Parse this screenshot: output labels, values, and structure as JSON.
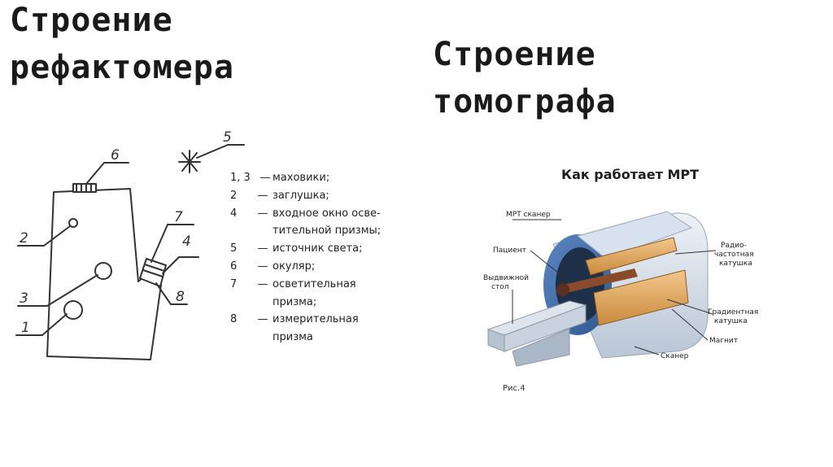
{
  "titles": {
    "left_line1": "Строение",
    "left_line2": "рефактомера",
    "right_line1": "Строение",
    "right_line2": "томографа"
  },
  "refractometer": {
    "callouts": [
      "1",
      "2",
      "3",
      "4",
      "5",
      "6",
      "7",
      "8"
    ],
    "legend": [
      {
        "num": "1, 3",
        "dash": "—",
        "text": "маховики;"
      },
      {
        "num": "2",
        "dash": "—",
        "text": "заглушка;"
      },
      {
        "num": "4",
        "dash": "—",
        "text": "входное окно осве-"
      },
      {
        "num": "",
        "dash": "",
        "text": "тительной призмы;"
      },
      {
        "num": "5",
        "dash": "—",
        "text": "источник света;"
      },
      {
        "num": "6",
        "dash": "—",
        "text": "окуляр;"
      },
      {
        "num": "7",
        "dash": "—",
        "text": "осветительная"
      },
      {
        "num": "",
        "dash": "",
        "text": "призма;"
      },
      {
        "num": "8",
        "dash": "—",
        "text": "измерительная"
      },
      {
        "num": "",
        "dash": "",
        "text": "призма"
      }
    ]
  },
  "mri": {
    "title": "Как работает МРТ",
    "labels": {
      "scanner_top": "МРТ сканер",
      "patient": "Пациент",
      "table_1": "Выдвижной",
      "table_2": "стол",
      "rf_1": "Радио-",
      "rf_2": "частотная",
      "rf_3": "катушка",
      "grad_1": "Градиентная",
      "grad_2": "катушка",
      "magnet": "Магнит",
      "scanner": "Сканер"
    },
    "caption": "Рис.4"
  }
}
